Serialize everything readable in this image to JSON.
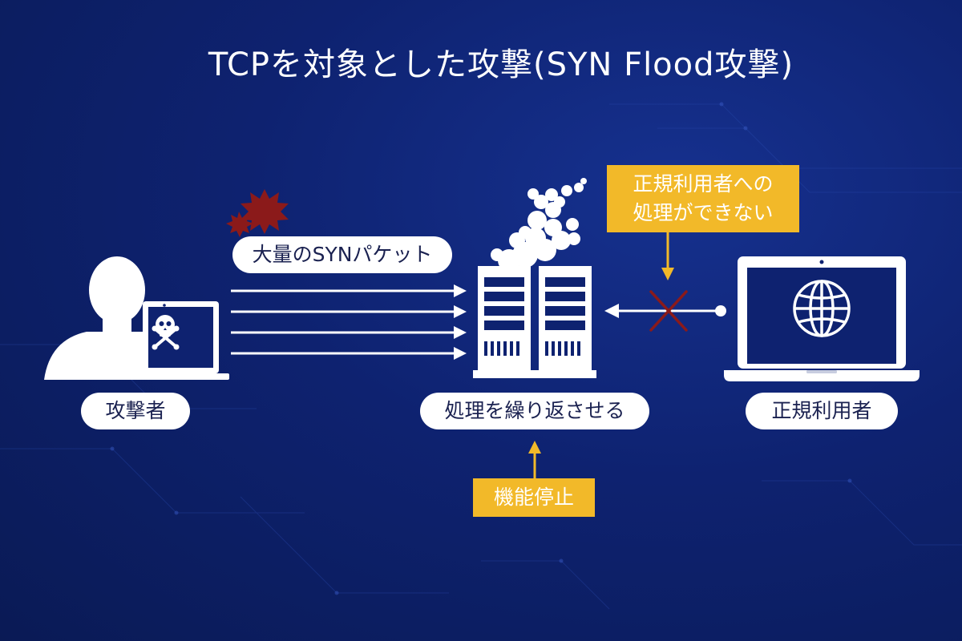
{
  "title": "TCPを対象とした攻撃(SYN Flood攻撃)",
  "labels": {
    "attacker": "攻撃者",
    "syn_packets": "大量のSYNパケット",
    "server_process": "処理を繰り返させる",
    "legit_user": "正規利用者",
    "cannot_process_line1": "正規利用者への",
    "cannot_process_line2": "処理ができない",
    "service_down": "機能停止"
  },
  "colors": {
    "background": "#0e2270",
    "callout": "#f2b929",
    "pill_text": "#1a2150",
    "cross": "#8b1a1a",
    "virus": "#8b1a1a"
  },
  "icons": {
    "attacker": "person-silhouette-icon",
    "attacker_laptop": "laptop-icon",
    "malware": "skull-crossbones-icon",
    "virus": "virus-icon",
    "server": "server-rack-icon",
    "smoke": "smoke-icon",
    "user_laptop": "laptop-icon",
    "globe": "globe-icon",
    "blocked": "x-cross-icon"
  }
}
